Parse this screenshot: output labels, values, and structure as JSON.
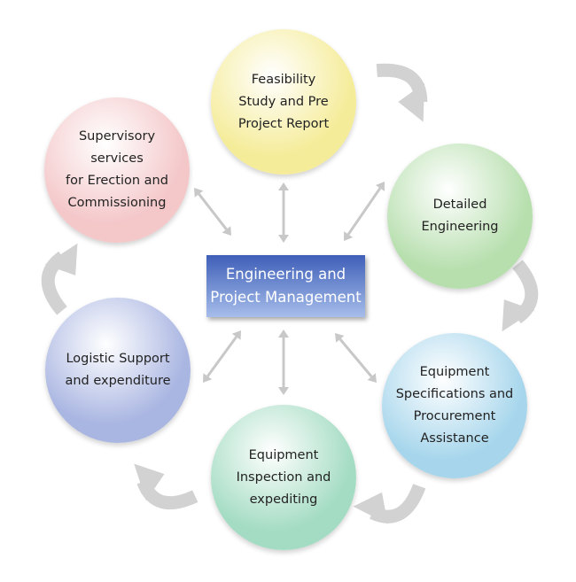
{
  "center": {
    "label": "Engineering and\nProject Management",
    "color_top": "#3f5fb8",
    "color_bottom": "#a6bdea"
  },
  "nodes": [
    {
      "id": "feasibility",
      "label": "Feasibility\nStudy and Pre\nProject Report",
      "color": "#f5ec9a"
    },
    {
      "id": "detailed-engineering",
      "label": "Detailed\nEngineering",
      "color": "#b7dfae"
    },
    {
      "id": "equipment-specifications",
      "label": "Equipment\nSpecifications and\nProcurement\nAssistance",
      "color": "#a7d6ec"
    },
    {
      "id": "equipment-inspection",
      "label": "Equipment\nInspection and\nexpediting",
      "color": "#a4dcc3"
    },
    {
      "id": "logistic-support",
      "label": "Logistic Support\nand expenditure",
      "color": "#aab6e2"
    },
    {
      "id": "supervisory-services",
      "label": "Supervisory services\nfor Erection and\nCommissioning",
      "color": "#f4c7c9"
    }
  ],
  "colors": {
    "connector_arrow": "#c8c8c8",
    "cycle_arrow": "#d2d2d2"
  }
}
